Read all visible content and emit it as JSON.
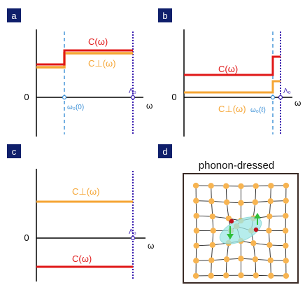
{
  "colors": {
    "C": "#e01818",
    "Cperp": "#f5a534",
    "cutoff_dashed": "#3a8fd6",
    "Lambda_line": "#3b1fb0",
    "lattice_node": "#f7b451",
    "polaron": "#9ee7e6",
    "arrow": "#2fbf3a",
    "electron": "#c0101b",
    "panel_tag_bg": "#0f1f6b"
  },
  "panels": {
    "a": {
      "tag": "a",
      "zero_label": "0",
      "axis_label": "ω",
      "C_label": "C(ω)",
      "Cperp_label": "C⊥(ω)",
      "omega0_label": "ω₀(0)",
      "Lambda_label": "Λ₀"
    },
    "b": {
      "tag": "b",
      "zero_label": "0",
      "axis_label": "ω",
      "C_label": "C(ω)",
      "Cperp_label": "C⊥(ω)",
      "omega0_label": "ω₀(ℓ)",
      "Lambda_label": "Λ₀"
    },
    "c": {
      "tag": "c",
      "zero_label": "0",
      "axis_label": "ω",
      "C_label": "C(ω)",
      "Cperp_label": "C⊥(ω)",
      "Lambda_label": "Λ₀"
    },
    "d": {
      "tag": "d",
      "title": "phonon-dressed"
    }
  }
}
